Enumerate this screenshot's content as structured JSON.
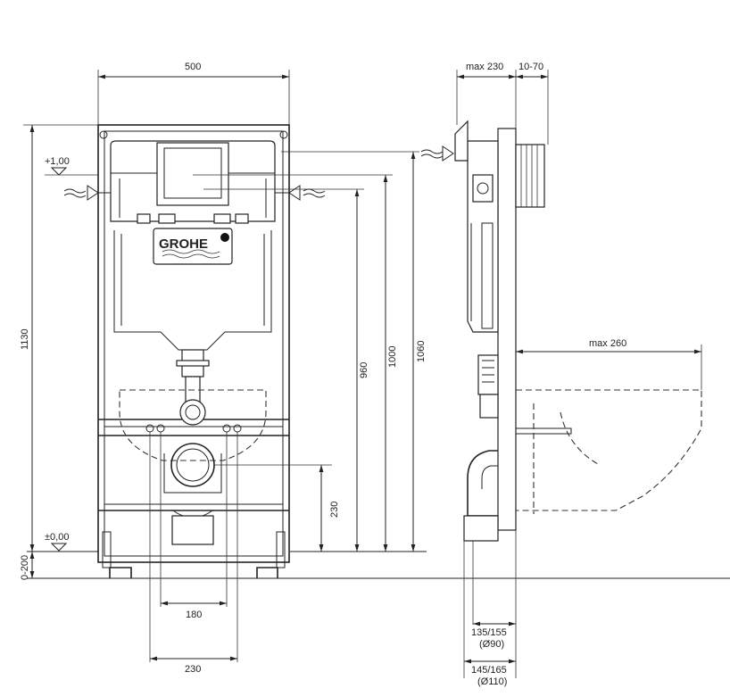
{
  "brand": "GROHE",
  "front_view": {
    "width": "500",
    "height_total": "1130",
    "adjust_range": "0-200",
    "level_top": "+1,00",
    "level_zero": "±0,00",
    "dim_960": "960",
    "dim_1000": "1000",
    "dim_1060": "1060",
    "dim_230_vertical": "230",
    "dim_180": "180",
    "dim_230_bottom": "230"
  },
  "side_view": {
    "max_depth": "max 230",
    "wall_range": "10-70",
    "bowl_max": "max 260",
    "drain_90": "135/155",
    "drain_90_dia": "(Ø90)",
    "drain_110": "145/165",
    "drain_110_dia": "(Ø110)"
  }
}
